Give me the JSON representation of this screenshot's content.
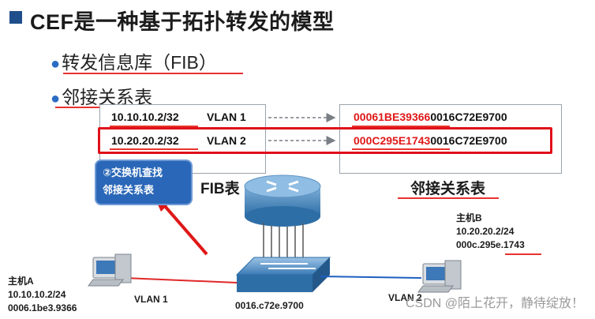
{
  "title": "CEF是一种基于拓扑转发的模型",
  "bullets": [
    "转发信息库（FIB）",
    "邻接关系表"
  ],
  "fib_table": {
    "label": "FIB表",
    "rows": [
      {
        "prefix": "10.10.10.2/32",
        "vlan": "VLAN 1"
      },
      {
        "prefix": "10.20.20.2/32",
        "vlan": "VLAN 2"
      }
    ]
  },
  "adjacency_table": {
    "label": "邻接关系表",
    "rows": [
      {
        "dest_mac": "00061BE39366",
        "src_mac": "0016C72E9700"
      },
      {
        "dest_mac": "000C295E1743",
        "src_mac": "0016C72E9700"
      }
    ]
  },
  "callout": {
    "line1": "②交换机查找",
    "line2": "邻接关系表"
  },
  "host_a": {
    "name": "主机A",
    "ip": "10.10.10.2/24",
    "mac": "0006.1be3.9366"
  },
  "host_b": {
    "name": "主机B",
    "ip": "10.20.20.2/24",
    "mac": "000c.295e.1743"
  },
  "links": {
    "vlan1": "VLAN 1",
    "vlan2": "VLAN 2"
  },
  "switch_mac": "0016.c72e.9700",
  "watermark": "CSDN @陌上花开，静待绽放！",
  "colors": {
    "accent_red": "#e0101a",
    "callout_blue": "#2a67b8",
    "link_red": "#e02828",
    "link_blue": "#1f5fbf"
  }
}
